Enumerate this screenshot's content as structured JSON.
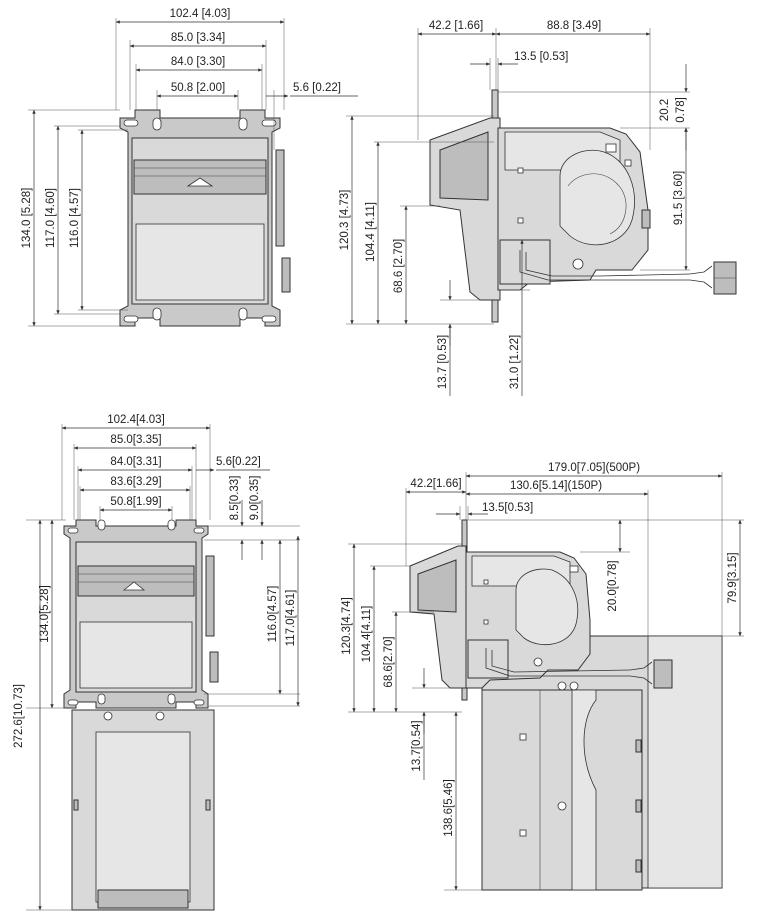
{
  "view_top_left": {
    "dims": {
      "width_overall": "102.4 [4.03]",
      "width_85": "85.0 [3.34]",
      "width_84": "84.0 [3.30]",
      "width_508": "50.8 [2.00]",
      "offset_56": "5.6 [0.22]",
      "height_134": "134.0 [5.28]",
      "height_117": "117.0 [4.60]",
      "height_116": "116.0 [4.57]"
    }
  },
  "view_top_right": {
    "dims": {
      "depth_422": "42.2 [1.66]",
      "depth_888": "88.8 [3.49]",
      "flange_135": "13.5 [0.53]",
      "top_202a": "20.2",
      "top_202b": "0.78]",
      "h_915": "91.5 [3.60]",
      "h_1203": "120.3 [4.73]",
      "h_1044": "104.4 [4.11]",
      "h_686": "68.6 [2.70]",
      "h_137": "13.7 [0.53]",
      "h_310": "31.0 [1.22]"
    }
  },
  "view_bottom_left": {
    "dims": {
      "width_overall": "102.4[4.03]",
      "width_85": "85.0[3.35]",
      "width_84": "84.0[3.31]",
      "width_836": "83.6[3.29]",
      "width_508": "50.8[1.99]",
      "offset_56": "5.6[0.22]",
      "v_85": "8.5[0.33]",
      "v_90": "9.0[0.35]",
      "height_134": "134.0[5.28]",
      "height_116": "116.0[4.57]",
      "height_117": "117.0[4.61]",
      "height_2726": "272.6[10.73]"
    }
  },
  "view_bottom_right": {
    "dims": {
      "depth_422": "42.2[1.66]",
      "depth_179": "179.0[7.05](500P)",
      "depth_1306": "130.6[5.14](150P)",
      "flange_135": "13.5[0.53]",
      "h_200": "20.0[0.78]",
      "h_799": "79.9[3.15]",
      "h_1203": "120.3[4.74]",
      "h_1044": "104.4[4.11]",
      "h_686": "68.6[2.70]",
      "h_137": "13.7[0.54]",
      "h_1386": "138.6[5.46]"
    }
  }
}
